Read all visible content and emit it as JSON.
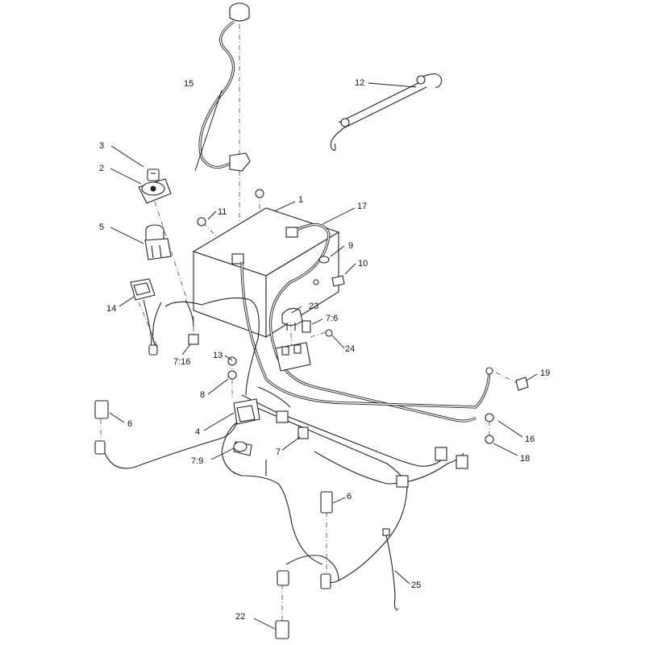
{
  "callouts": [
    {
      "id": "c1",
      "label": "1"
    },
    {
      "id": "c2",
      "label": "2"
    },
    {
      "id": "c3",
      "label": "3"
    },
    {
      "id": "c4",
      "label": "4"
    },
    {
      "id": "c5",
      "label": "5"
    },
    {
      "id": "c6a",
      "label": "6"
    },
    {
      "id": "c6b",
      "label": "6"
    },
    {
      "id": "c7",
      "label": "7"
    },
    {
      "id": "c7_6",
      "label": "7:6"
    },
    {
      "id": "c7_9",
      "label": "7:9"
    },
    {
      "id": "c7_16",
      "label": "7:16"
    },
    {
      "id": "c8",
      "label": "8"
    },
    {
      "id": "c9",
      "label": "9"
    },
    {
      "id": "c10",
      "label": "10"
    },
    {
      "id": "c11",
      "label": "11"
    },
    {
      "id": "c12",
      "label": "12"
    },
    {
      "id": "c13",
      "label": "13"
    },
    {
      "id": "c14",
      "label": "14"
    },
    {
      "id": "c15",
      "label": "15"
    },
    {
      "id": "c16",
      "label": "16"
    },
    {
      "id": "c17",
      "label": "17"
    },
    {
      "id": "c18",
      "label": "18"
    },
    {
      "id": "c19",
      "label": "19"
    },
    {
      "id": "c22",
      "label": "22"
    },
    {
      "id": "c23",
      "label": "23"
    },
    {
      "id": "c24",
      "label": "24"
    },
    {
      "id": "c25",
      "label": "25"
    }
  ]
}
